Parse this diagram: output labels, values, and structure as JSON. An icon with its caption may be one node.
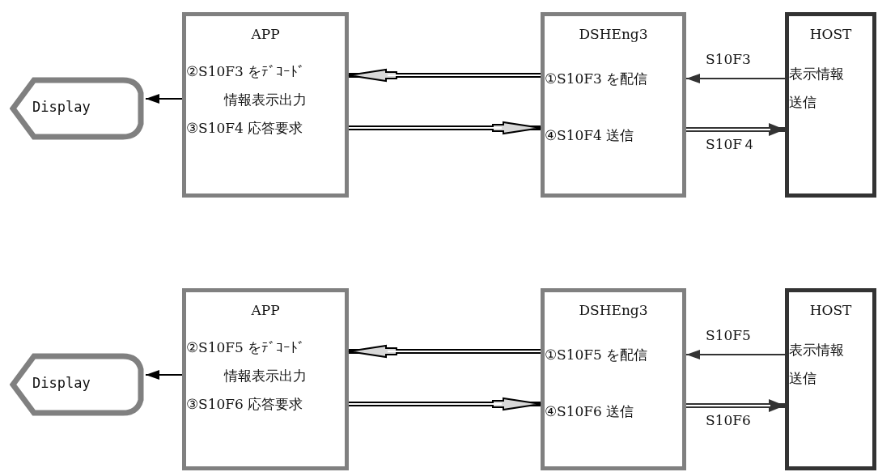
{
  "diagram": {
    "nodes": [
      {
        "text": [
          "Display"
        ]
      },
      {
        "text": [
          "APP",
          "②S10F3 をﾃﾞｺｰﾄﾞ",
          "情報表示出力",
          "③S10F4 応答要求"
        ]
      },
      {
        "text": [
          "DSHEng3",
          "①S10F3 を配信",
          "④S10F4 送信"
        ]
      },
      {
        "text": [
          "HOST",
          "表示情報送信"
        ]
      },
      {
        "text": [
          "Display"
        ]
      },
      {
        "text": [
          "APP",
          "②S10F5 をﾃﾞｺｰﾄﾞ",
          "情報表示出力",
          "③S10F6 応答要求"
        ]
      },
      {
        "text": [
          "DSHEng3",
          "①S10F5 を配信",
          "④S10F6 送信"
        ]
      },
      {
        "text": [
          "HOST",
          "表示情報送信"
        ]
      }
    ],
    "edges": [
      {
        "from": 1,
        "to": 0,
        "arrow": "to"
      },
      {
        "from": 2,
        "to": 1,
        "arrow": "to"
      },
      {
        "from": 1,
        "to": 2,
        "arrow": "to"
      },
      {
        "from": 3,
        "to": 2,
        "arrow": "to",
        "label": "S10F3",
        "color": "#333333"
      },
      {
        "from": 2,
        "to": 3,
        "arrow": "to",
        "label": "S10F４",
        "color": "#333333"
      },
      {
        "from": 5,
        "to": 4,
        "arrow": "to"
      },
      {
        "from": 6,
        "to": 5,
        "arrow": "to"
      },
      {
        "from": 5,
        "to": 6,
        "arrow": "to"
      },
      {
        "from": 7,
        "to": 6,
        "arrow": "to",
        "label": "S10F5",
        "color": "#333333"
      },
      {
        "from": 6,
        "to": 7,
        "arrow": "to",
        "label": "S10F6",
        "color": "#333333"
      }
    ]
  }
}
